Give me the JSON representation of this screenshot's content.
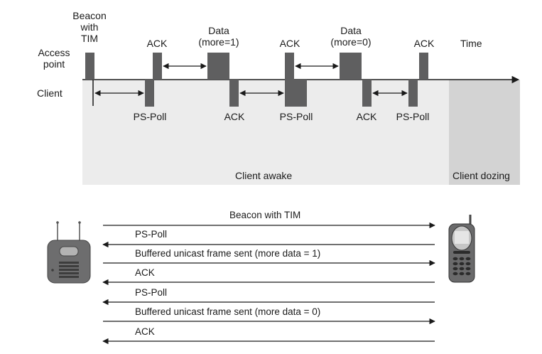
{
  "timeline": {
    "access_point_label": "Access\npoint",
    "client_label": "Client",
    "time_label": "Time",
    "awake_label": "Client awake",
    "dozing_label": "Client dozing",
    "ap_frames": [
      {
        "label": "Beacon\nwith\nTIM"
      },
      {
        "label": "ACK"
      },
      {
        "label": "Data\n(more=1)"
      },
      {
        "label": "ACK"
      },
      {
        "label": "Data\n(more=0)"
      },
      {
        "label": "ACK"
      }
    ],
    "client_frames": [
      {
        "label": "PS-Poll"
      },
      {
        "label": "ACK"
      },
      {
        "label": "PS-Poll"
      },
      {
        "label": "ACK"
      },
      {
        "label": "PS-Poll"
      }
    ]
  },
  "sequence": {
    "messages": [
      {
        "label": "Beacon with TIM",
        "direction": "to-client"
      },
      {
        "label": "PS-Poll",
        "direction": "to-ap"
      },
      {
        "label": "Buffered unicast frame sent (more data = 1)",
        "direction": "to-client"
      },
      {
        "label": "ACK",
        "direction": "to-ap"
      },
      {
        "label": "PS-Poll",
        "direction": "to-ap"
      },
      {
        "label": "Buffered unicast frame sent (more data = 0)",
        "direction": "to-client"
      },
      {
        "label": "ACK",
        "direction": "to-ap"
      }
    ]
  },
  "colors": {
    "frame": "#5f5f60",
    "awake_bg": "#ececec",
    "dozing_bg": "#d3d3d3",
    "line": "#1a1a1a"
  }
}
